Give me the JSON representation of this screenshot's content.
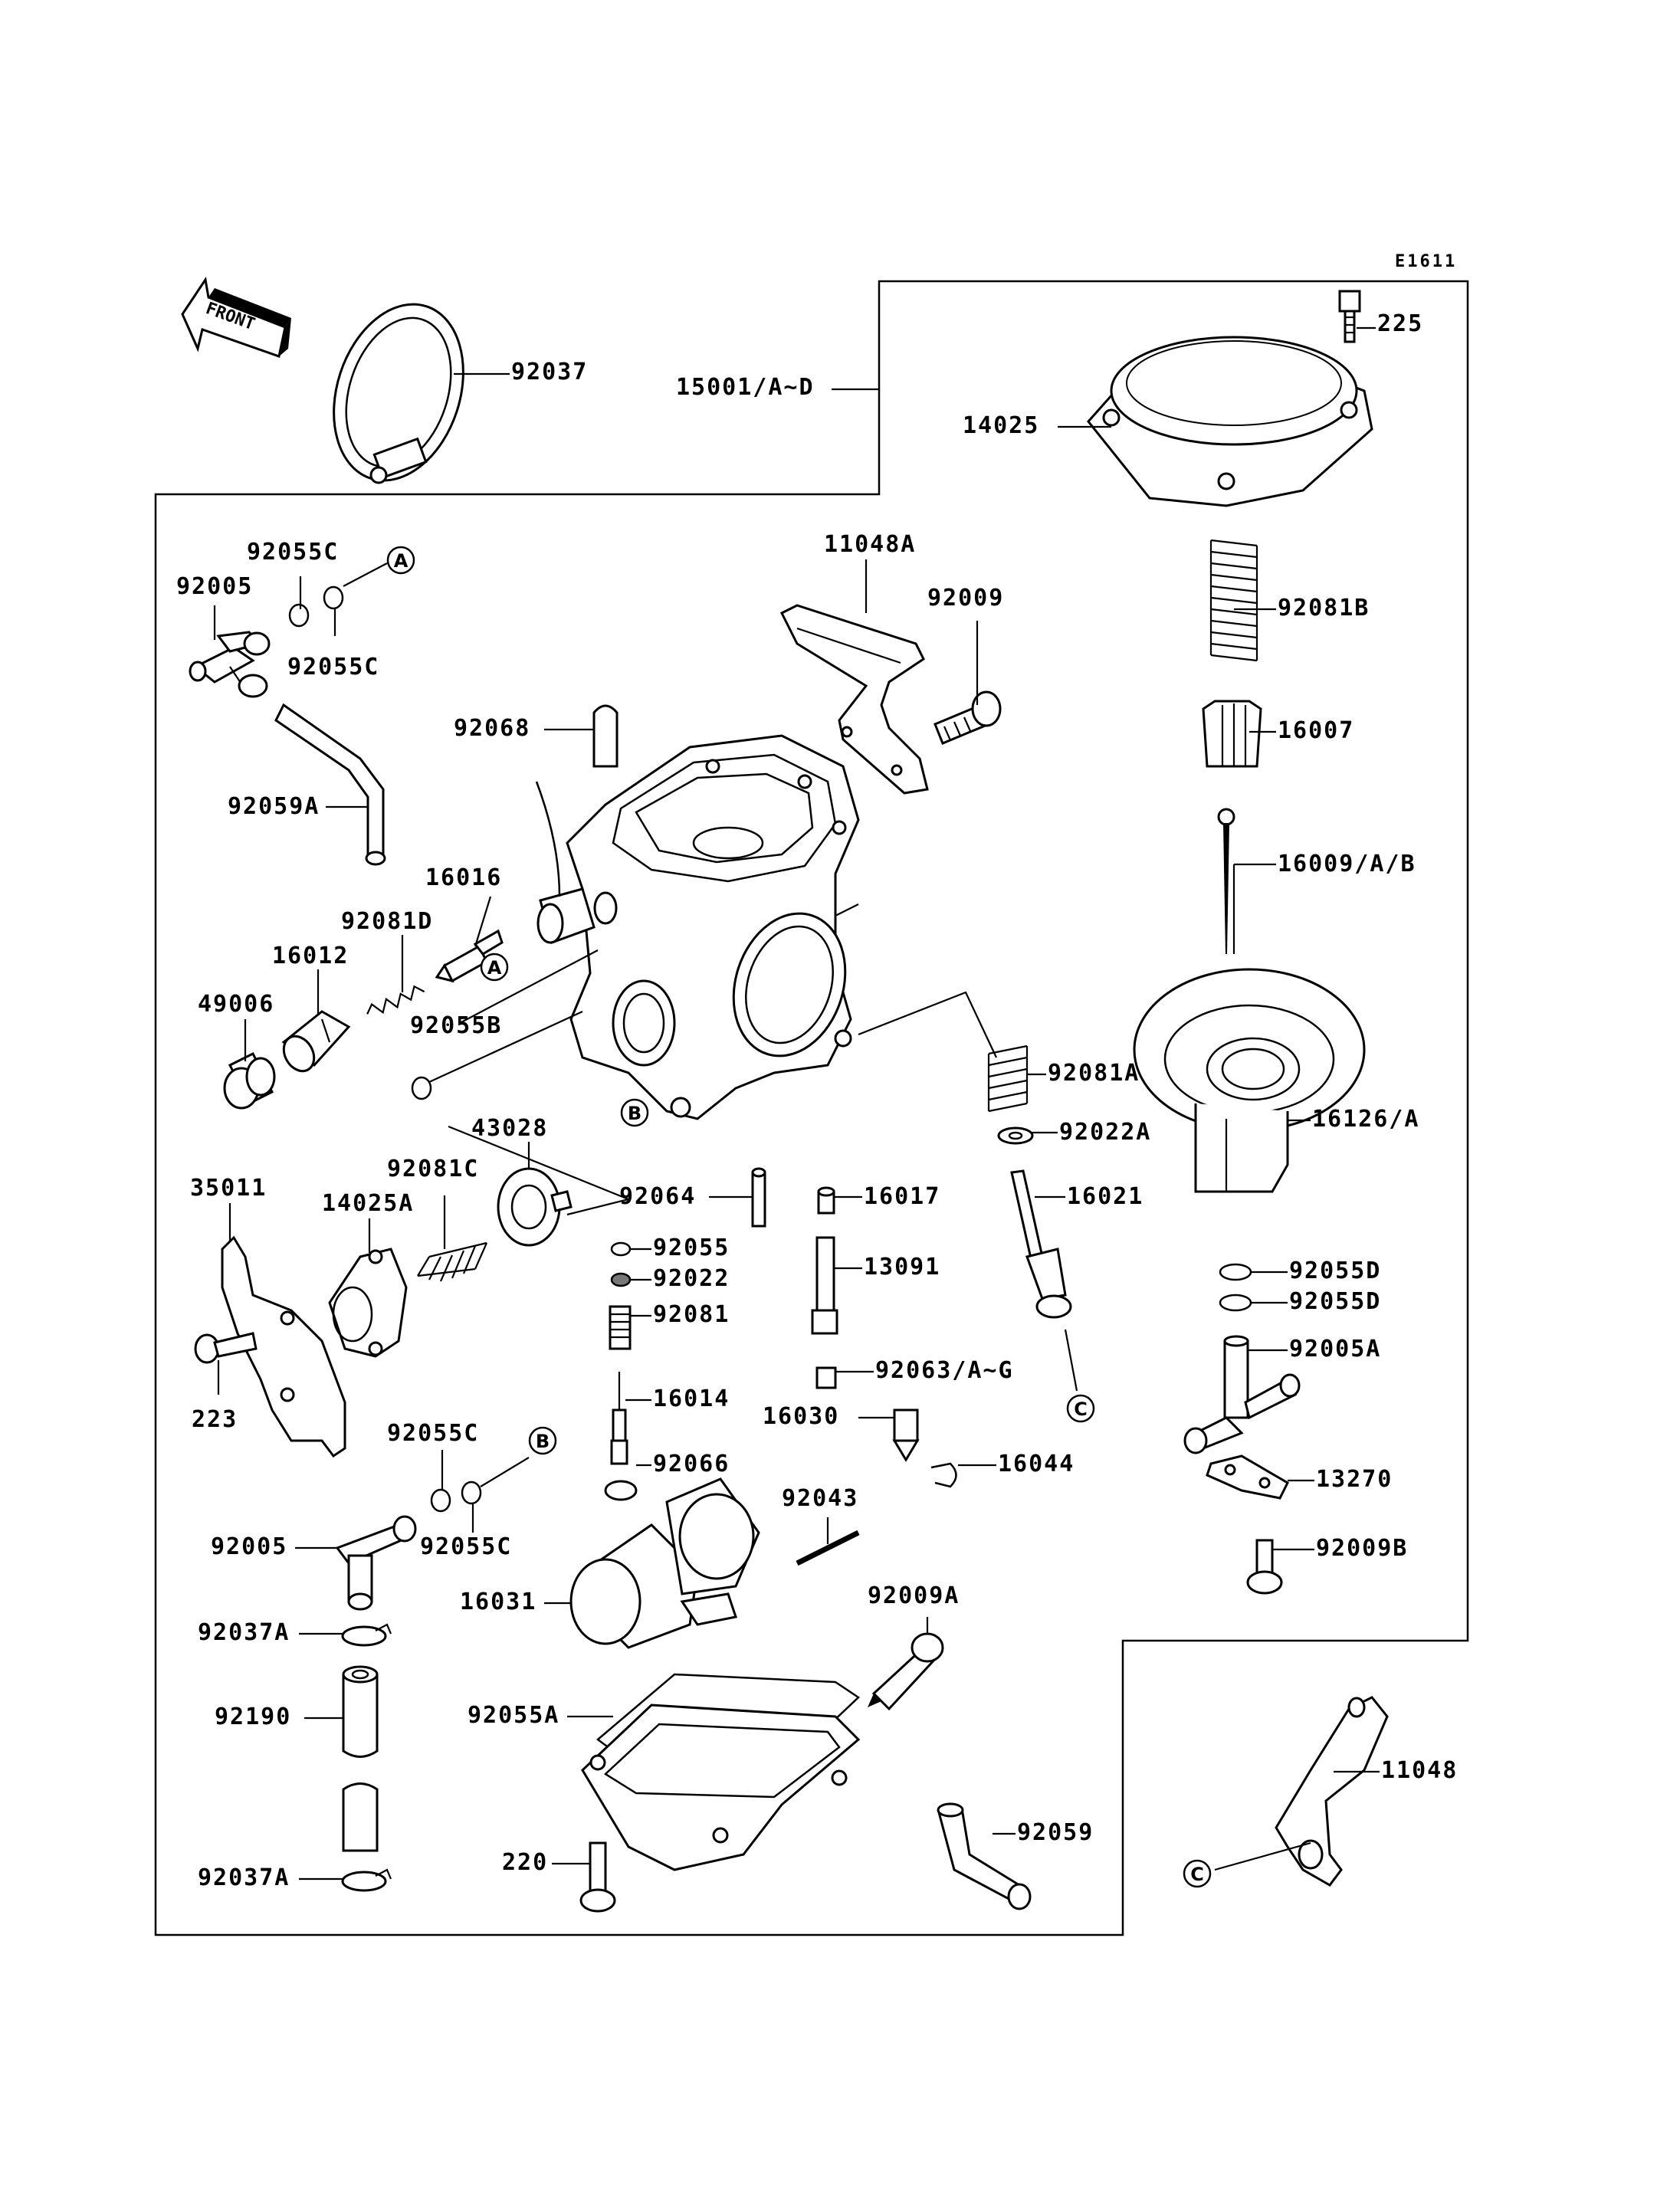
{
  "ref_code": "E1611",
  "front_label": "FRONT",
  "circles": {
    "a": "A",
    "b": "B",
    "c": "C"
  },
  "parts": {
    "p225": "225",
    "p92037": "92037",
    "p15001": "15001/A~D",
    "p14025": "14025",
    "p92055c_1": "92055C",
    "p92005_1": "92005",
    "p92055c_2": "92055C",
    "p11048a": "11048A",
    "p92009": "92009",
    "p92081b": "92081B",
    "p92068": "92068",
    "p16007": "16007",
    "p92059a": "92059A",
    "p16009": "16009/A/B",
    "p16016": "16016",
    "p92081d": "92081D",
    "p16012": "16012",
    "p49006": "49006",
    "p92055b": "92055B",
    "p92081a": "92081A",
    "p16126": "16126/A",
    "p92022a": "92022A",
    "p43028": "43028",
    "p35011": "35011",
    "p14025a": "14025A",
    "p92081c": "92081C",
    "p92064": "92064",
    "p16017": "16017",
    "p16021": "16021",
    "p92055": "92055",
    "p92022": "92022",
    "p13091": "13091",
    "p92055d_1": "92055D",
    "p92055d_2": "92055D",
    "p92081": "92081",
    "p92005a": "92005A",
    "p92063": "92063/A~G",
    "p223": "223",
    "p16014": "16014",
    "p16030": "16030",
    "p92055c_3": "92055C",
    "p16044": "16044",
    "p92066": "92066",
    "p13270": "13270",
    "p92043": "92043",
    "p92005_2": "92005",
    "p92055c_4": "92055C",
    "p92009b": "92009B",
    "p16031": "16031",
    "p92009a": "92009A",
    "p92037a_1": "92037A",
    "p92190": "92190",
    "p92055a": "92055A",
    "p11048": "11048",
    "p92059": "92059",
    "p220": "220",
    "p92037a_2": "92037A"
  }
}
